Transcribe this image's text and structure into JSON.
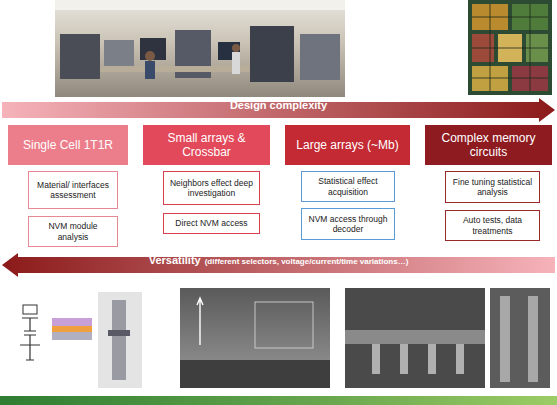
{
  "diagram": {
    "nodes": [
      {
        "text": [
          "Design complexity"
        ]
      },
      {
        "text": [
          "Single Cell 1T1R"
        ]
      },
      {
        "text": [
          "Small arrays & Crossbar"
        ]
      },
      {
        "text": [
          "Large arrays (~Mb)"
        ]
      },
      {
        "text": [
          "Complex memory circuits"
        ]
      },
      {
        "text": [
          "Material/ interfaces assessment"
        ]
      },
      {
        "text": [
          "NVM module analysis"
        ]
      },
      {
        "text": [
          "Neighbors effect deep investigation"
        ]
      },
      {
        "text": [
          "Direct NVM access"
        ]
      },
      {
        "text": [
          "Statistical effect acquisition"
        ]
      },
      {
        "text": [
          "NVM access through decoder"
        ]
      },
      {
        "text": [
          "Fine tuning statistical analysis"
        ]
      },
      {
        "text": [
          "Auto tests, data treatments"
        ]
      },
      {
        "text": [
          "Versatility",
          "(different selectors, voltage/current/time variations…)"
        ]
      }
    ]
  }
}
